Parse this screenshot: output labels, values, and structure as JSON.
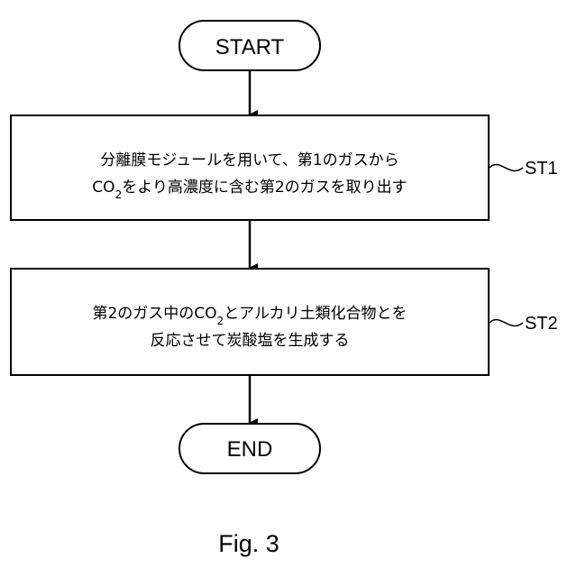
{
  "terminals": {
    "start": "START",
    "end": "END"
  },
  "steps": [
    {
      "id": "ST1",
      "line1": "分離膜モジュールを用いて、第1のガスから",
      "line2_pre": "CO",
      "line2_sub": "2",
      "line2_post": "をより高濃度に含む第2のガスを取り出す"
    },
    {
      "id": "ST2",
      "line1_pre": "第2のガス中のCO",
      "line1_sub": "2",
      "line1_post": "とアルカリ土類化合物とを",
      "line2": "反応させて炭酸塩を生成する"
    }
  ],
  "caption": "Fig. 3"
}
